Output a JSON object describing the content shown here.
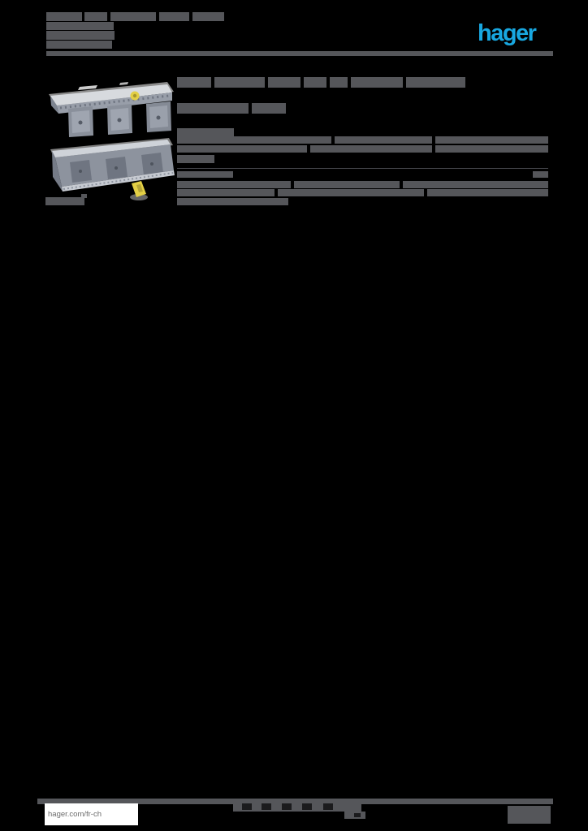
{
  "colors": {
    "background": "#000000",
    "text_gray": "#55565a",
    "rule_gray": "#55565a",
    "brand_blue": "#18a7e0",
    "dark_square": "#1b1b1d",
    "white": "#ffffff",
    "link_gray": "#6b6b6b"
  },
  "header": {
    "logo_text": "hager",
    "title_lines": [
      [
        57,
        15,
        44,
        11
      ],
      [
        104,
        15,
        28,
        11
      ],
      [
        136,
        15,
        56,
        11
      ],
      [
        196,
        15,
        37,
        11
      ],
      [
        237,
        15,
        39,
        11
      ],
      [
        57,
        27,
        83,
        10
      ],
      [
        57,
        38,
        84,
        11
      ],
      [
        57,
        50,
        81,
        10
      ]
    ],
    "rule": [
      [
        57,
        63,
        624,
        6
      ]
    ]
  },
  "product_panel": {
    "image1_alt": "busbar-terminal-cover-top-isometric-view",
    "image2_alt": "busbar-terminal-cover-bottom-isometric-view",
    "caption_bars": [
      [
        56,
        243,
        48,
        10
      ],
      [
        100,
        239,
        7,
        5
      ]
    ],
    "body_gray": "#8d939e",
    "light_gray": "#cfd3d9",
    "dark_gray": "#6f7581",
    "screw_yellow": "#e3cf45"
  },
  "content": {
    "title_bars": [
      [
        218,
        95,
        42,
        13
      ],
      [
        264,
        95,
        62,
        13
      ],
      [
        330,
        95,
        40,
        13
      ],
      [
        374,
        95,
        28,
        13
      ],
      [
        406,
        95,
        22,
        13
      ],
      [
        432,
        95,
        64,
        13
      ],
      [
        500,
        95,
        73,
        13
      ],
      [
        218,
        127,
        88,
        13
      ],
      [
        310,
        127,
        42,
        13
      ]
    ],
    "subheading_bars": [
      [
        218,
        158,
        70,
        10
      ]
    ],
    "paragraph1_bars": [
      [
        218,
        168,
        190,
        9
      ],
      [
        412,
        168,
        120,
        9
      ],
      [
        536,
        168,
        139,
        9
      ],
      [
        218,
        179,
        160,
        9
      ],
      [
        382,
        179,
        150,
        9
      ],
      [
        536,
        179,
        139,
        9
      ],
      [
        218,
        191,
        46,
        10
      ]
    ],
    "table_rule": [
      [
        218,
        207,
        457,
        1,
        "#47484d"
      ]
    ],
    "table_header_bars": [
      [
        218,
        211,
        69,
        8
      ],
      [
        656,
        211,
        19,
        8
      ]
    ],
    "paragraph2_bars": [
      [
        218,
        223,
        140,
        9
      ],
      [
        362,
        223,
        130,
        9
      ],
      [
        496,
        223,
        179,
        9
      ],
      [
        218,
        233,
        120,
        9
      ],
      [
        342,
        233,
        180,
        9
      ],
      [
        526,
        233,
        149,
        9
      ],
      [
        218,
        244,
        137,
        9
      ]
    ]
  },
  "footer": {
    "website": "hager.com/fr-ch",
    "rule": [
      [
        46,
        984,
        635,
        7
      ]
    ],
    "icon_strip": [
      [
        287,
        987,
        158,
        13
      ]
    ],
    "icon_squares": [
      [
        298,
        990,
        12,
        8,
        "#1b1b1d"
      ],
      [
        322,
        990,
        12,
        8,
        "#1b1b1d"
      ],
      [
        347,
        990,
        12,
        8,
        "#1b1b1d"
      ],
      [
        372,
        990,
        12,
        8,
        "#1b1b1d"
      ],
      [
        398,
        990,
        12,
        8,
        "#1b1b1d"
      ]
    ],
    "tail_mark": [
      [
        424,
        1000,
        26,
        9
      ],
      [
        436,
        1002,
        8,
        5,
        "#1b1b1d"
      ]
    ],
    "right_block": [
      [
        625,
        993,
        53,
        22
      ]
    ]
  }
}
